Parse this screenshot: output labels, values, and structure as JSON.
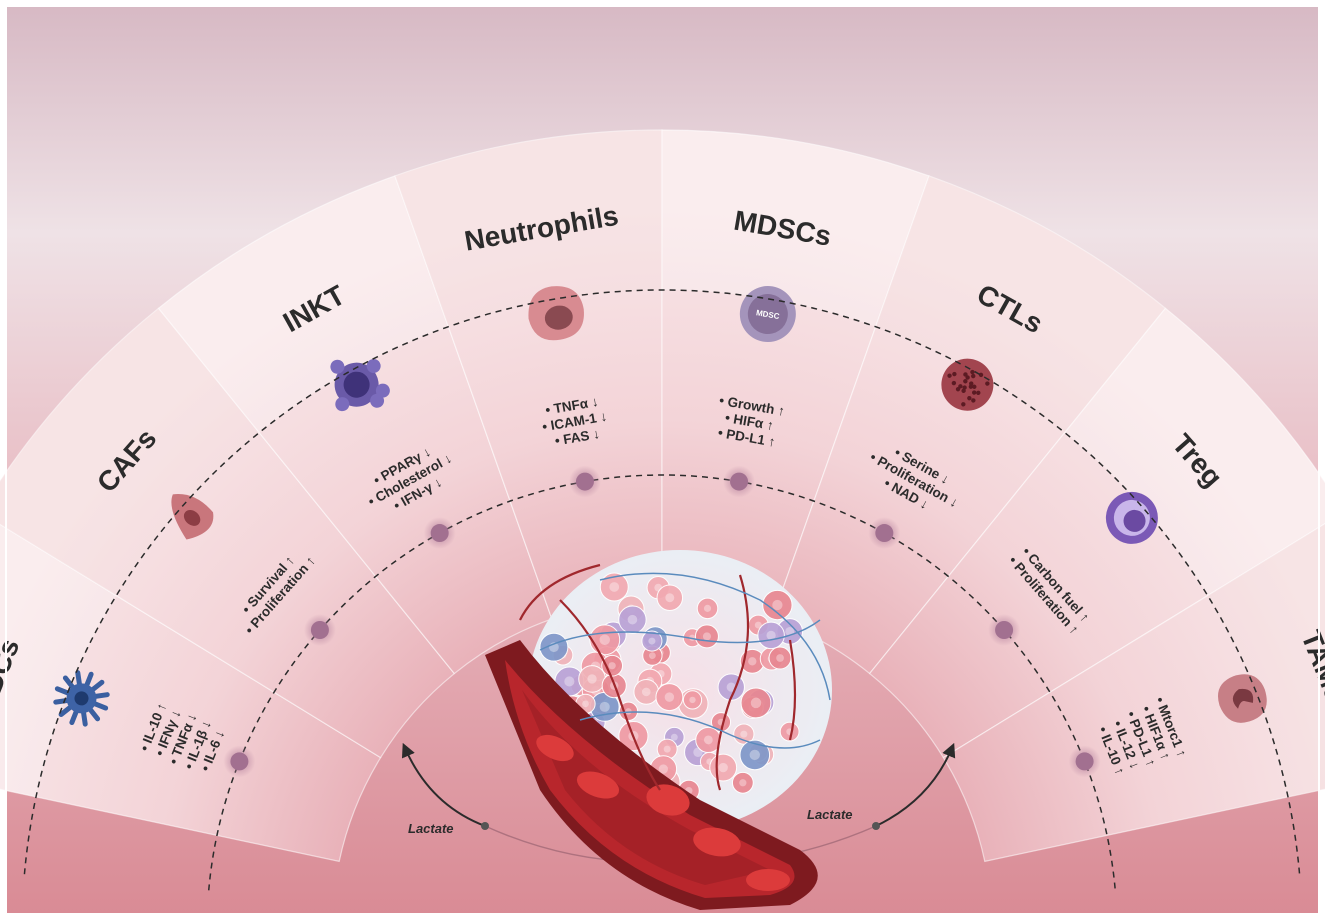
{
  "sectors": [
    {
      "id": "dcs",
      "title": "DCs",
      "cell_icon": "dendritic-cell-icon",
      "items": [
        "IL-10 ↑",
        "IFNγ ↓",
        "TNFα ↓",
        "IL-1β ↓",
        "IL-6 ↓"
      ]
    },
    {
      "id": "cafs",
      "title": "CAFs",
      "cell_icon": "fibroblast-cell-icon",
      "items": [
        "Survival ↑",
        "Proliferation ↑"
      ]
    },
    {
      "id": "inkt",
      "title": "INKT",
      "cell_icon": "inkt-cell-icon",
      "items": [
        "PPARγ ↓",
        "Cholesterol ↓",
        "IFN-γ ↓"
      ]
    },
    {
      "id": "neutrophils",
      "title": "Neutrophils",
      "cell_icon": "neutrophil-cell-icon",
      "items": [
        "TNFα ↓",
        "ICAM-1 ↓",
        "FAS ↓"
      ]
    },
    {
      "id": "mdscs",
      "title": "MDSCs",
      "cell_icon": "mdsc-cell-icon",
      "cell_label": "MDSC",
      "items": [
        "Growth ↑",
        "HIFα ↑",
        "PD-L1 ↑"
      ]
    },
    {
      "id": "ctls",
      "title": "CTLs",
      "cell_icon": "ctl-cell-icon",
      "items": [
        "Serine ↓",
        "Proliferation ↓",
        "NAD ↓"
      ]
    },
    {
      "id": "treg",
      "title": "Treg",
      "cell_icon": "treg-cell-icon",
      "items": [
        "Carbon fuel ↑",
        "Proliferation ↑"
      ]
    },
    {
      "id": "tams",
      "title": "TAMs",
      "cell_icon": "macrophage-cell-icon",
      "items": [
        "Mtorc1 ↑",
        "HIF1α ↑",
        "PD-L1 ↑",
        "IL-12 ↓",
        "IL-10 ↑"
      ]
    }
  ],
  "lactate_left": "Lactate",
  "lactate_right": "Lactate",
  "colors": {
    "band_light": "#f7e4e6",
    "band_dark": "#d28a93",
    "node": "#a27090",
    "vessel": "#8a1f24",
    "rbc": "#d23a3a"
  },
  "center_icon": "tumor-with-blood-vessel-icon"
}
